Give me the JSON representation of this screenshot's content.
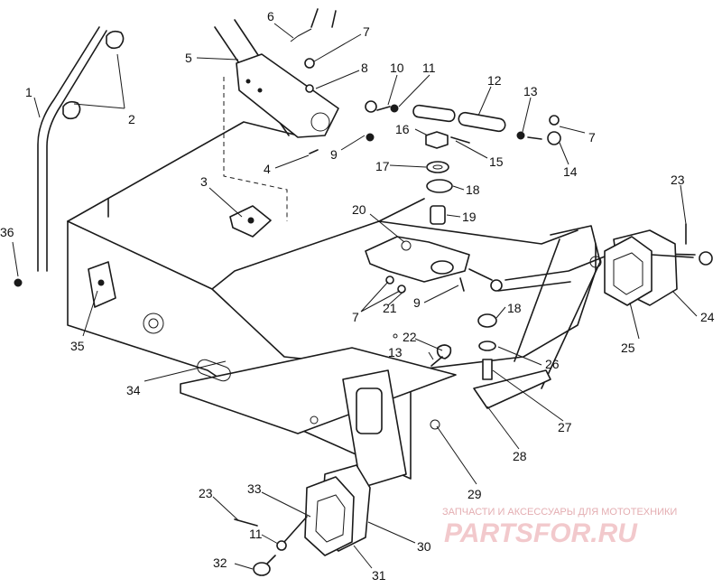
{
  "callouts": [
    "1",
    "2",
    "3",
    "4",
    "5",
    "6",
    "7",
    "8",
    "9",
    "10",
    "11",
    "12",
    "13",
    "14",
    "15",
    "16",
    "17",
    "18",
    "19",
    "20",
    "21",
    "22",
    "23",
    "24",
    "25",
    "26",
    "27",
    "28",
    "29",
    "30",
    "31",
    "32",
    "33",
    "34",
    "35",
    "36"
  ],
  "watermark": {
    "subtitle": "ЗАПЧАСТИ И АКСЕССУАРЫ ДЛЯ МОТОТЕХНИКИ",
    "logo": "PARTSFOR.RU"
  }
}
